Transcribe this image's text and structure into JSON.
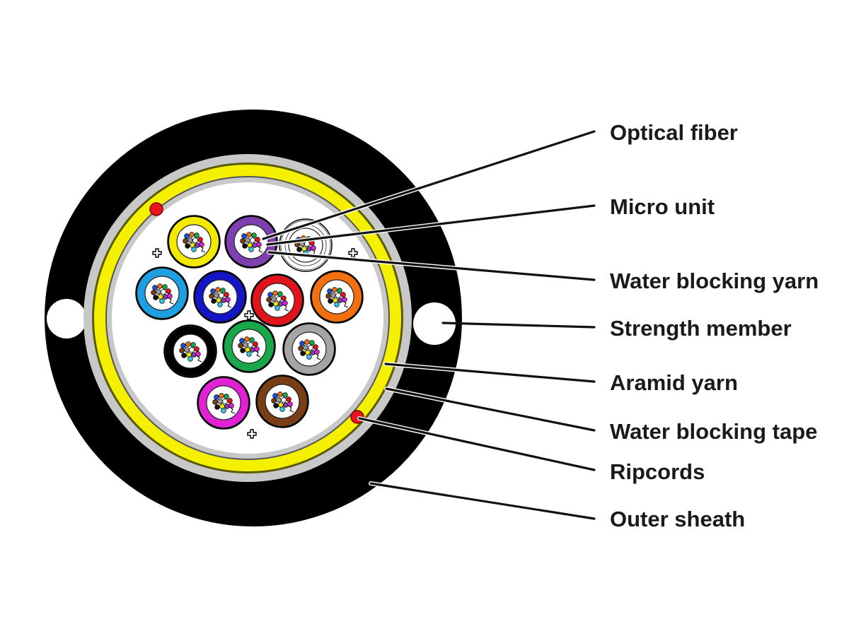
{
  "labels": {
    "optical_fiber": "Optical fiber",
    "micro_unit": "Micro unit",
    "water_blocking_yarn": "Water blocking yarn",
    "strength_member": "Strength member",
    "aramid_yarn": "Aramid yarn",
    "water_blocking_tape": "Water blocking tape",
    "ripcords": "Ripcords",
    "outer_sheath": "Outer sheath"
  },
  "colors": {
    "outer_sheath": "#000000",
    "water_blocking_tape": "#c8c8c8",
    "aramid_yarn": "#f5f000",
    "core": "#ffffff",
    "ripcord": "#e8161c",
    "strength_member": "#ffffff"
  },
  "micro_units": [
    {
      "name": "yellow",
      "color": "#f3ea00"
    },
    {
      "name": "violet",
      "color": "#7e3fb0"
    },
    {
      "name": "white",
      "color": "#ffffff"
    },
    {
      "name": "aqua",
      "color": "#1d9fe0"
    },
    {
      "name": "blue",
      "color": "#1515c8"
    },
    {
      "name": "red",
      "color": "#e0141a"
    },
    {
      "name": "orange",
      "color": "#f2700f"
    },
    {
      "name": "black",
      "color": "#000000"
    },
    {
      "name": "green",
      "color": "#1aa64a"
    },
    {
      "name": "slate",
      "color": "#a4a4a4"
    },
    {
      "name": "rose",
      "color": "#e021d4"
    },
    {
      "name": "brown",
      "color": "#7a3e16"
    }
  ],
  "fiber_colors": [
    "#1d4fd8",
    "#f2700f",
    "#1aa64a",
    "#7a3e16",
    "#9a9a9a",
    "#ffffff",
    "#e0141a",
    "#111111",
    "#f3ea00",
    "#7e3fb0",
    "#e021d4",
    "#36c6e0"
  ]
}
